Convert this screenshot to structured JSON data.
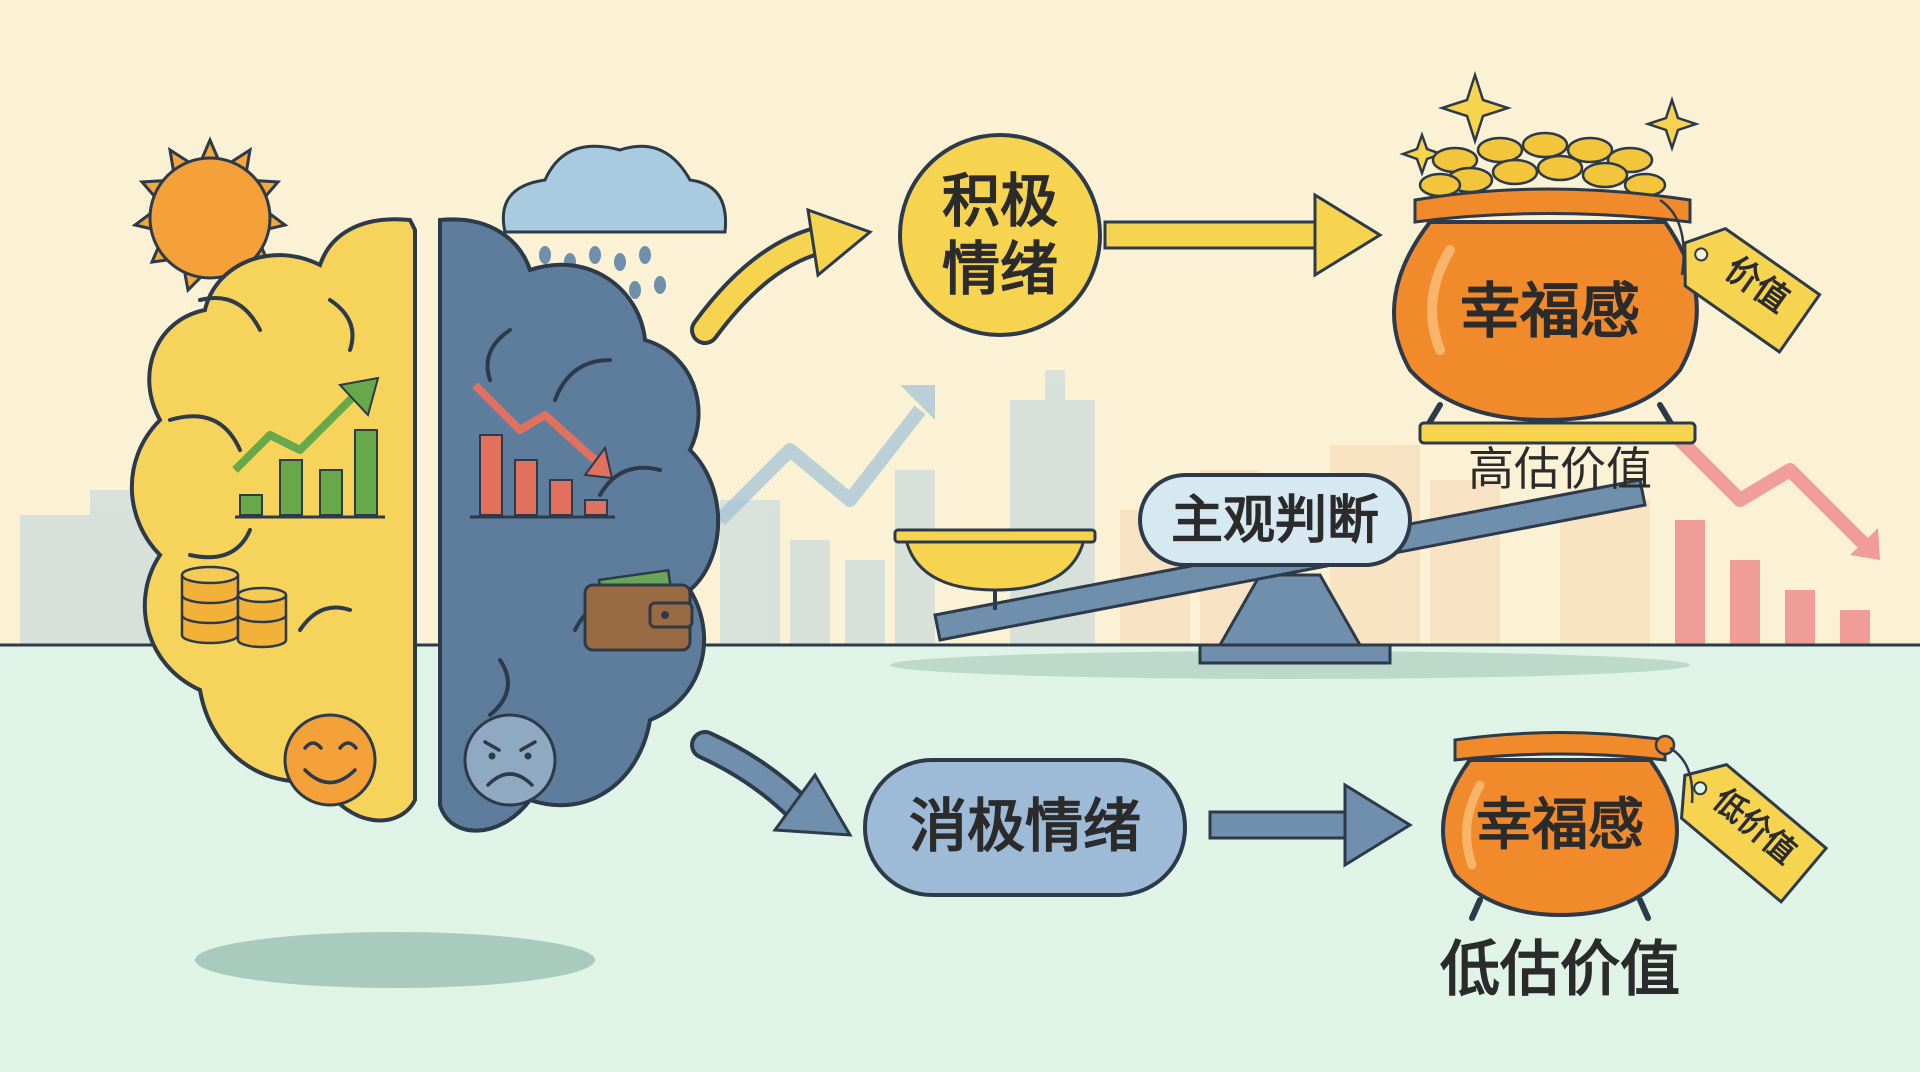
{
  "labels": {
    "positive_emotion_line1": "积极",
    "positive_emotion_line2": "情绪",
    "negative_emotion": "消极情绪",
    "subjective_judgment": "主观判断",
    "happiness_top": "幸福感",
    "happiness_bottom": "幸福感",
    "value_tag_top": "价值",
    "value_tag_bottom": "低价值",
    "overvalue": "高估价值",
    "undervalue": "低估价值"
  },
  "colors": {
    "background_top": "#fbf2d6",
    "background_bottom": "#dff4e6",
    "positive_brain": "#f6d35b",
    "negative_brain": "#5e7d9d",
    "positive_arrow": "#f7d44f",
    "negative_arrow": "#6f8fad",
    "pot": "#f08a2a",
    "coins": "#f2c53a",
    "outline": "#2d3a4a"
  },
  "icons": {
    "sun": "sun-icon",
    "cloud": "rain-cloud-icon",
    "rising_chart": "rising-chart-icon",
    "falling_chart": "falling-chart-icon",
    "coins": "coin-stack-icon",
    "wallet": "wallet-icon",
    "happy_face": "happy-face-icon",
    "sad_face": "sad-face-icon",
    "scale": "balance-scale-icon",
    "gold_pot": "gold-pot-icon",
    "price_tag": "price-tag-icon",
    "sparkle": "sparkle-icon"
  }
}
